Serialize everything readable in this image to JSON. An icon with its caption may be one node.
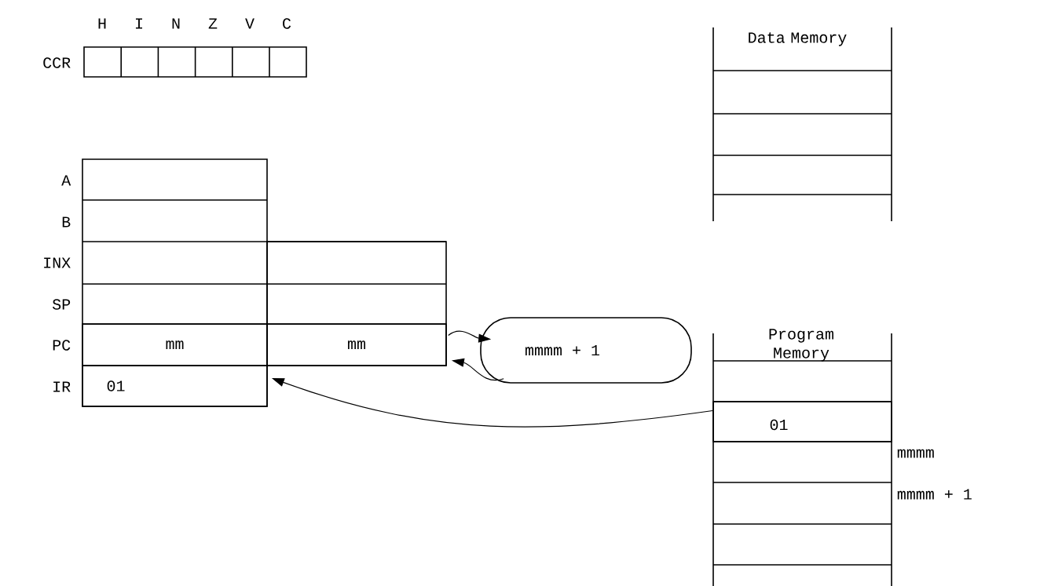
{
  "diagram": {
    "nodes": [
      {
        "text": [
          "mm"
        ]
      },
      {
        "text": [
          "mm"
        ]
      },
      {
        "text": [
          "01"
        ]
      },
      {
        "text": [
          "mmmm + 1"
        ]
      },
      {
        "text": [
          "01"
        ]
      }
    ],
    "edges": [
      {
        "from": 1,
        "to": 3,
        "arrow": "to"
      },
      {
        "from": 3,
        "to": 1,
        "arrow": "to"
      },
      {
        "from": 4,
        "to": 2,
        "arrow": "to"
      }
    ],
    "labels": [
      "H",
      "I",
      "N",
      "Z",
      "V",
      "C",
      "CCR",
      "Data Memory",
      "A",
      "B",
      "INX",
      "SP",
      "Program Memory",
      "PC",
      "IR",
      "mmmm",
      "mmmm + 1"
    ]
  }
}
